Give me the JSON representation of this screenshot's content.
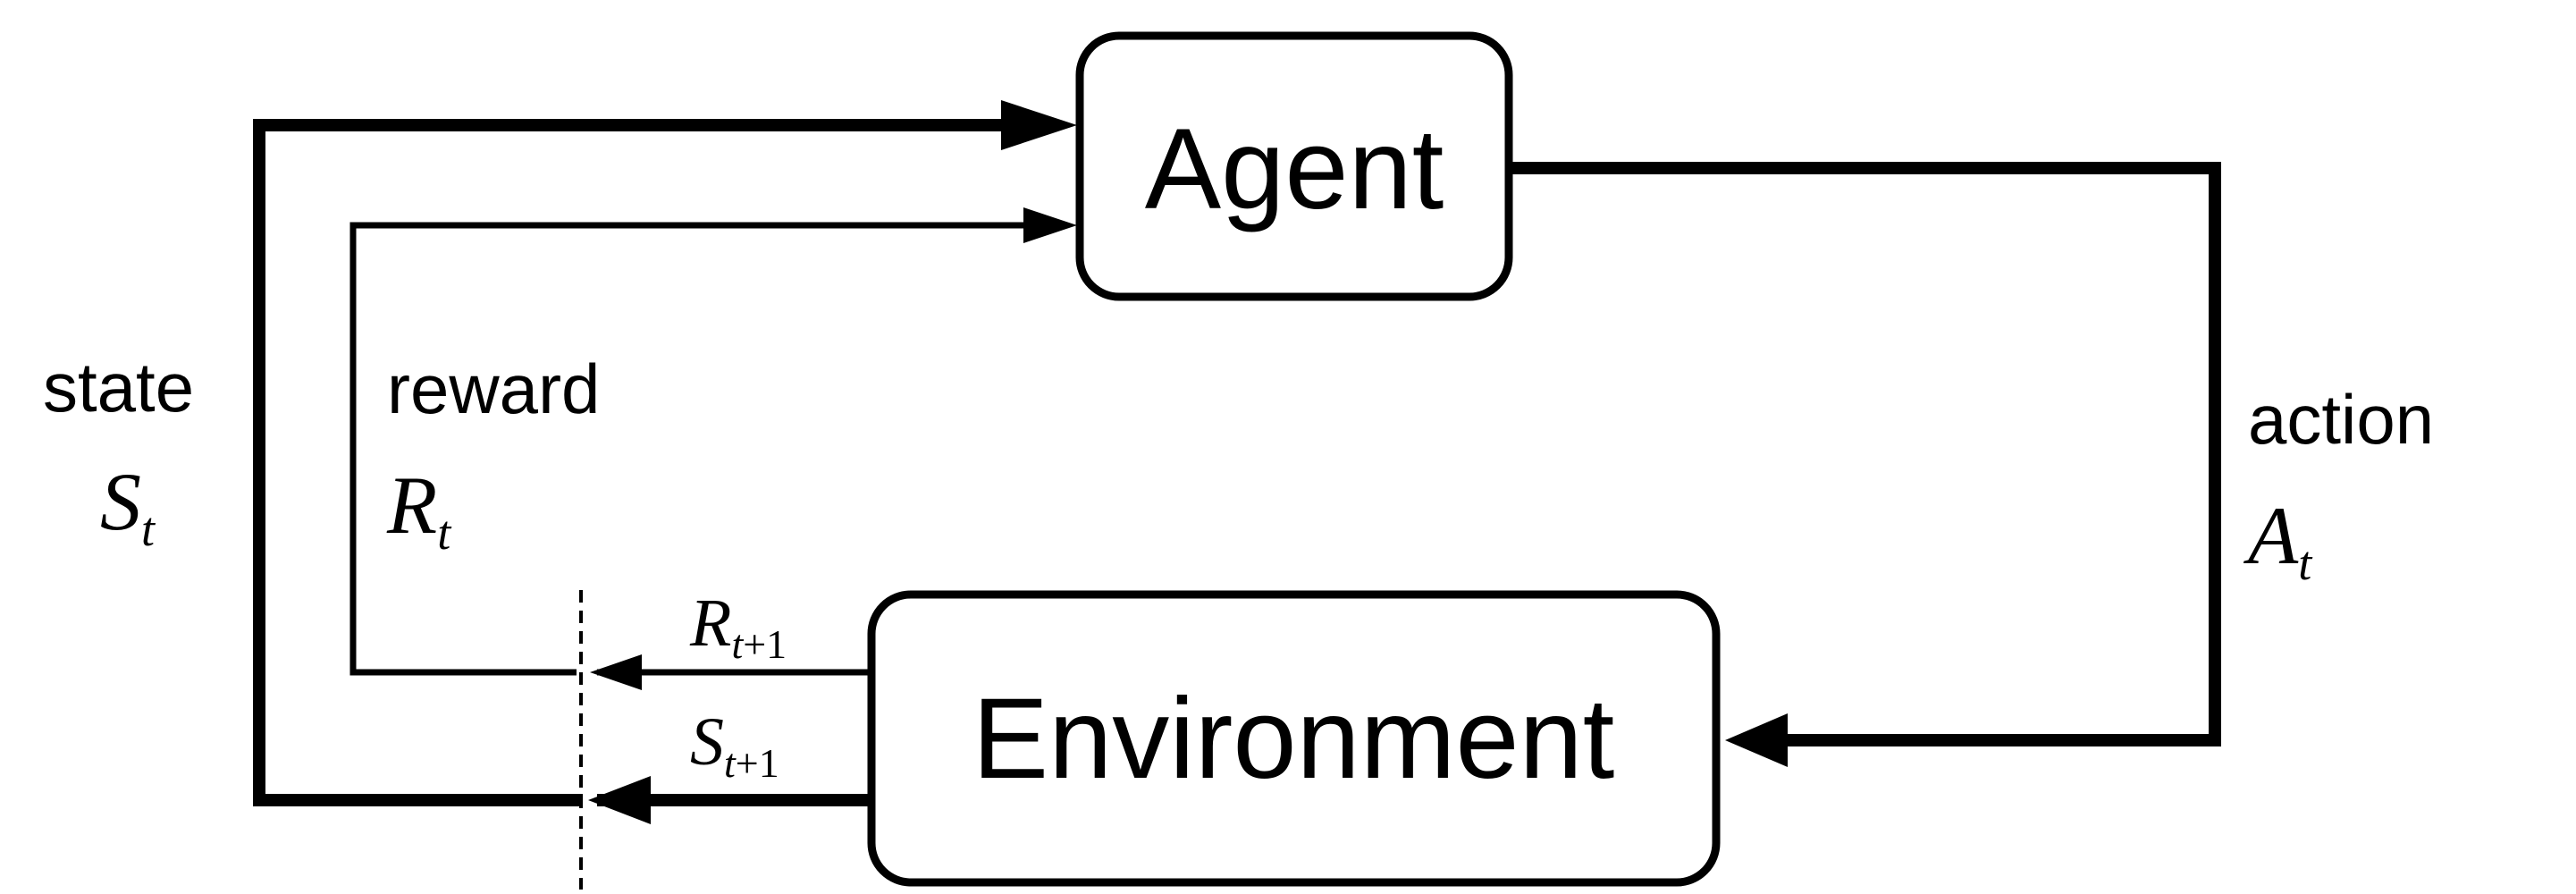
{
  "diagram": {
    "agent_label": "Agent",
    "environment_label": "Environment",
    "state": {
      "word": "state",
      "symbol": "S",
      "sub": "t"
    },
    "reward": {
      "word": "reward",
      "symbol": "R",
      "sub": "t"
    },
    "action": {
      "word": "action",
      "symbol": "A",
      "sub": "t"
    },
    "next_reward": {
      "symbol": "R",
      "sub_var": "t",
      "sub_rest": "+1"
    },
    "next_state": {
      "symbol": "S",
      "sub_var": "t",
      "sub_rest": "+1"
    }
  }
}
